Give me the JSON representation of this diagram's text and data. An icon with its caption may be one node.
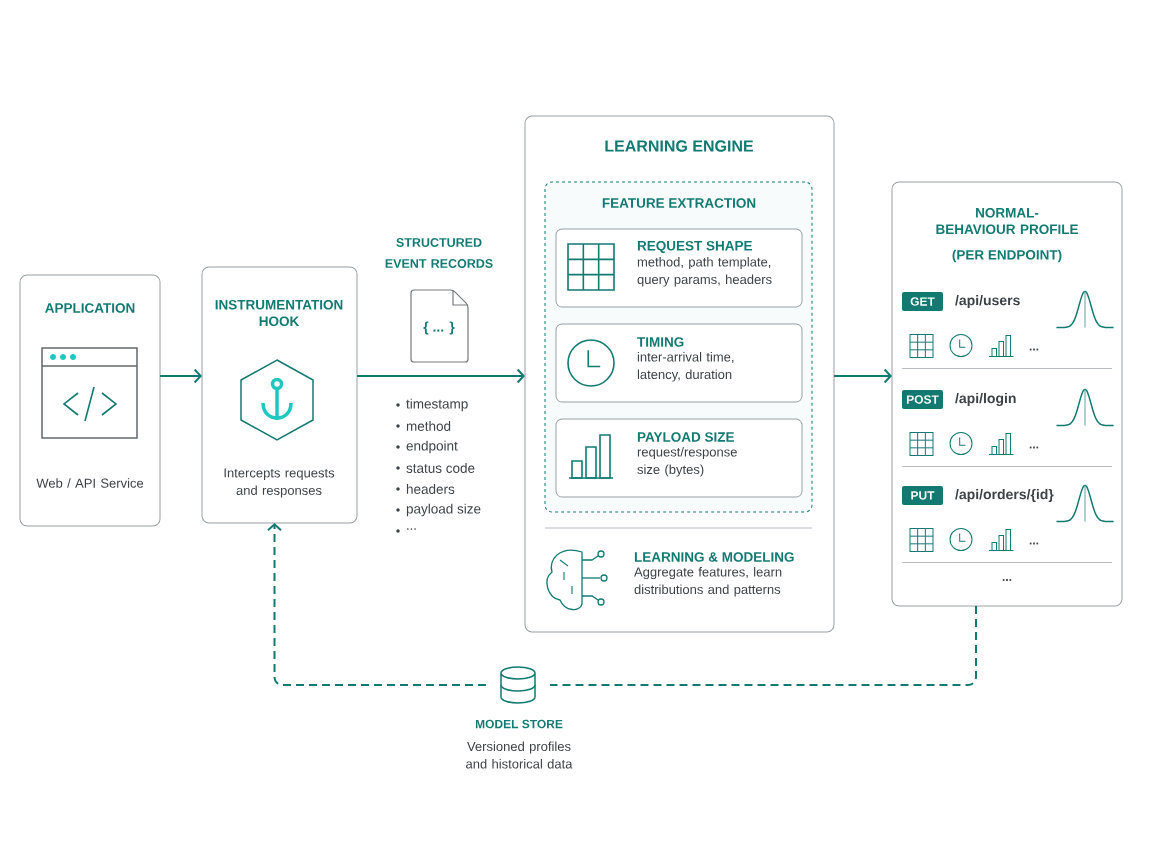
{
  "diagram": {
    "nodes": [
      {
        "text": [
          "APPLICATION",
          "Web / API Service"
        ]
      },
      {
        "text": [
          "INSTRUMENTATION HOOK",
          "Intercepts requests and responses"
        ]
      },
      {
        "text": [
          "LEARNING ENGINE",
          "LEARNING & MODELING",
          "Aggregate features, learn distributions and patterns"
        ]
      },
      {
        "text": [
          "FEATURE EXTRACTION"
        ],
        "in": 2
      },
      {
        "text": [
          "REQUEST SHAPE",
          "method, path template, query params, headers"
        ],
        "in": 3
      },
      {
        "text": [
          "TIMING",
          "inter-arrival time, latency, duration"
        ],
        "in": 3
      },
      {
        "text": [
          "PAYLOAD SIZE",
          "request/response size (bytes)"
        ],
        "in": 3
      },
      {
        "text": [
          "NORMAL-BEHAVIOUR PROFILE",
          "(PER ENDPOINT)"
        ]
      },
      {
        "text": [
          "GET"
        ],
        "in": 7,
        "beside": [
          "/api/users"
        ]
      },
      {
        "text": [
          "POST"
        ],
        "in": 7,
        "beside": [
          "/api/login"
        ]
      },
      {
        "text": [
          "PUT"
        ],
        "in": 7,
        "beside": [
          "/api/orders/{id}"
        ]
      },
      {
        "text": [
          "MODEL STORE",
          "Versioned profiles and historical data"
        ]
      }
    ],
    "edges": [
      {
        "from": 0,
        "to": 1,
        "arrow": "to"
      },
      {
        "from": 1,
        "to": 2,
        "arrow": "to"
      },
      {
        "from": 2,
        "to": 7,
        "arrow": "to"
      },
      {
        "from": 7,
        "to": 11,
        "arrow": "none",
        "style": "dashed"
      },
      {
        "from": 11,
        "to": 1,
        "arrow": "to",
        "style": "dashed"
      }
    ],
    "labels": [
      "STRUCTURED EVENT RECORDS",
      "{ ... }",
      "timestamp",
      "method",
      "endpoint",
      "status code",
      "headers",
      "payload size",
      "...",
      "...",
      "...",
      "...",
      "..."
    ]
  }
}
